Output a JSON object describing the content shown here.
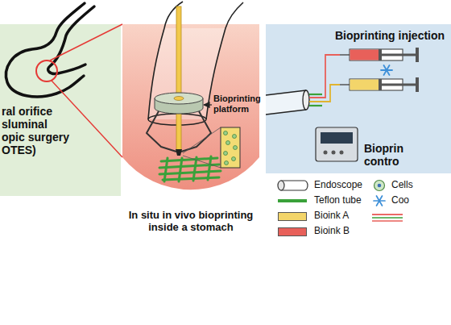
{
  "diagram": {
    "nodes": [
      {
        "text": [
          "ral orifice sluminal opic surgery OTES)"
        ]
      },
      {
        "text": [
          "Bioprinting platform",
          "In situ in vivo bioprinting inside a stomach"
        ]
      },
      {
        "text": [
          "Bioprinting injection",
          "Bioprin contro"
        ]
      }
    ],
    "legend": [
      {
        "text": "Endoscope"
      },
      {
        "text": "Teflon tube"
      },
      {
        "text": "Bioink A",
        "color": "#f3d56a"
      },
      {
        "text": "Bioink B",
        "color": "#e8605a"
      },
      {
        "text": "Cells"
      },
      {
        "text": "Coo"
      }
    ]
  }
}
